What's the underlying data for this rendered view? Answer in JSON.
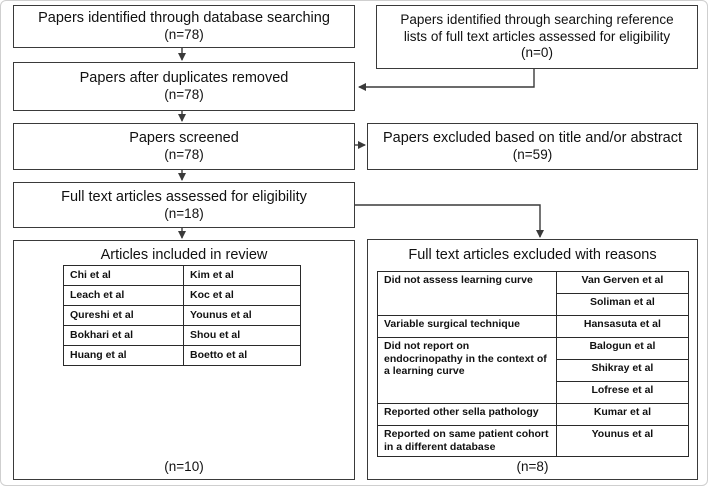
{
  "identified": {
    "title": "Papers identified through database searching",
    "n": "(n=78)"
  },
  "reference_lists": {
    "line1": "Papers identified through searching reference",
    "line2": "lists of full text articles assessed for eligibility",
    "n": "(n=0)"
  },
  "duplicates_removed": {
    "title": "Papers after duplicates removed",
    "n": "(n=78)"
  },
  "screened": {
    "title": "Papers screened",
    "n": "(n=78)"
  },
  "excluded_title": {
    "title": "Papers excluded based on title and/or abstract",
    "n": "(n=59)"
  },
  "full_text": {
    "title": "Full text articles assessed for eligibility",
    "n": "(n=18)"
  },
  "included": {
    "title": "Articles included in review",
    "n": "(n=10)",
    "articles": [
      [
        "Chi et al",
        "Kim et al"
      ],
      [
        "Leach et al",
        "Koc et al"
      ],
      [
        "Qureshi et al",
        "Younus et al"
      ],
      [
        "Bokhari et al",
        "Shou et al"
      ],
      [
        "Huang et al",
        "Boetto et al"
      ]
    ]
  },
  "excluded_full_text": {
    "title": "Full text articles excluded with reasons",
    "n": "(n=8)",
    "reasons": [
      {
        "reason": "Did not assess learning curve",
        "studies": [
          "Van Gerven et al",
          "Soliman et al"
        ]
      },
      {
        "reason": "Variable surgical technique",
        "studies": [
          "Hansasuta et al"
        ]
      },
      {
        "reason": "Did not report on endocrinopathy in the context of  a learning curve",
        "studies": [
          "Balogun et al",
          "Shikray et al",
          "Lofrese et al"
        ]
      },
      {
        "reason": "Reported other sella pathology",
        "studies": [
          "Kumar et al"
        ]
      },
      {
        "reason": "Reported on same patient cohort in a different database",
        "studies": [
          "Younus et al"
        ]
      }
    ]
  }
}
